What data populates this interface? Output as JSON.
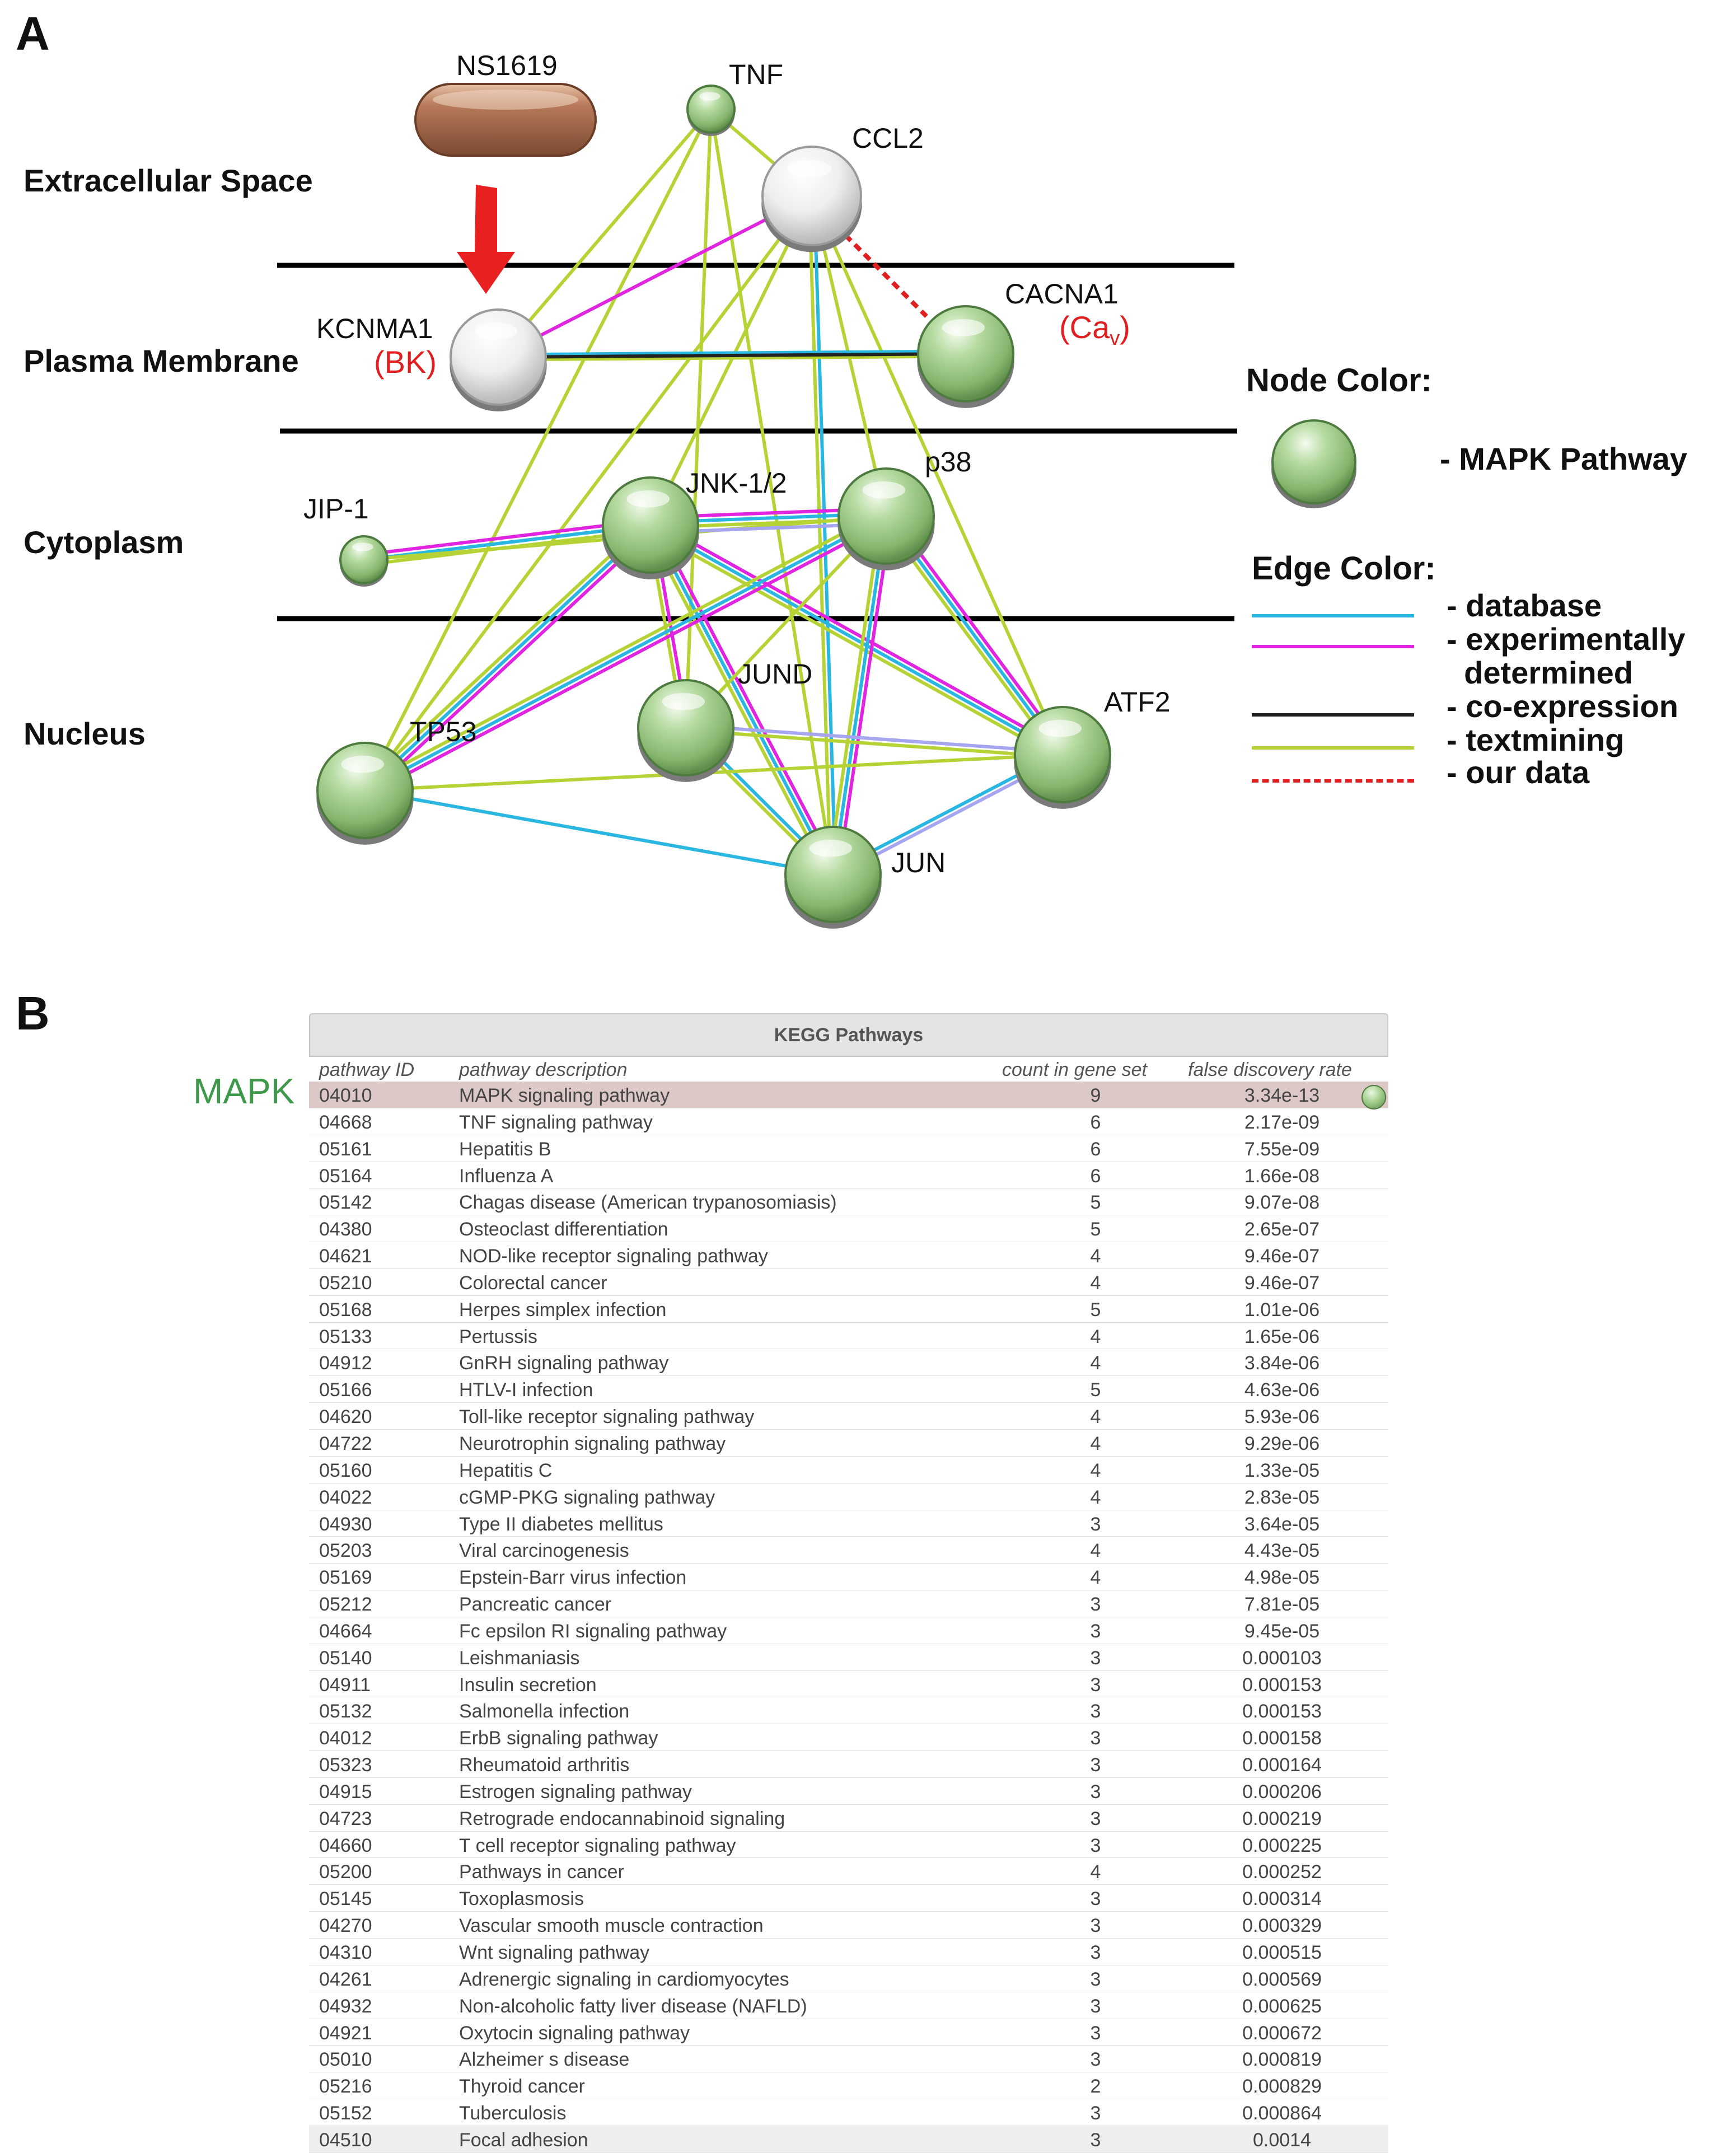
{
  "panel_a": {
    "letter": "A",
    "layers": {
      "extracellular": "Extracellular Space",
      "membrane": "Plasma Membrane",
      "cytoplasm": "Cytoplasm",
      "nucleus": "Nucleus"
    },
    "drug": "NS1619",
    "nodes": {
      "tnf": "TNF",
      "ccl2": "CCL2",
      "kcnma1": "KCNMA1",
      "bk": "(BK)",
      "cacna1": "CACNA1",
      "cav_prefix": "(Ca",
      "cav_sub": "v",
      "cav_suffix": ")",
      "jip1": "JIP-1",
      "jnk": "JNK-1/2",
      "p38": "p38",
      "jund": "JUND",
      "atf2": "ATF2",
      "tp53": "TP53",
      "jun": "JUN"
    },
    "legend": {
      "node_color_title": "Node Color:",
      "mapk": "- MAPK Pathway",
      "edge_color_title": "Edge Color:",
      "edges": [
        {
          "label": "- database",
          "color": "#29b6e0",
          "style": "solid"
        },
        {
          "label": "- experimentally\n  determined",
          "color": "#e024e0",
          "style": "solid"
        },
        {
          "label": "- co-expression",
          "color": "#222222",
          "style": "solid"
        },
        {
          "label": "- textmining",
          "color": "#b5d334",
          "style": "solid"
        },
        {
          "label": "- our data",
          "color": "#e02020",
          "style": "dashed"
        }
      ]
    }
  },
  "panel_b": {
    "letter": "B",
    "mapk_tag": "MAPK",
    "title": "KEGG Pathways",
    "columns": {
      "id": "pathway ID",
      "desc": "pathway description",
      "count": "count in gene set",
      "fdr": "false discovery rate"
    },
    "rows": [
      [
        "04010",
        "MAPK signaling pathway",
        "9",
        "3.34e-13"
      ],
      [
        "04668",
        "TNF signaling pathway",
        "6",
        "2.17e-09"
      ],
      [
        "05161",
        "Hepatitis B",
        "6",
        "7.55e-09"
      ],
      [
        "05164",
        "Influenza A",
        "6",
        "1.66e-08"
      ],
      [
        "05142",
        "Chagas disease (American trypanosomiasis)",
        "5",
        "9.07e-08"
      ],
      [
        "04380",
        "Osteoclast differentiation",
        "5",
        "2.65e-07"
      ],
      [
        "04621",
        "NOD-like receptor signaling pathway",
        "4",
        "9.46e-07"
      ],
      [
        "05210",
        "Colorectal cancer",
        "4",
        "9.46e-07"
      ],
      [
        "05168",
        "Herpes simplex infection",
        "5",
        "1.01e-06"
      ],
      [
        "05133",
        "Pertussis",
        "4",
        "1.65e-06"
      ],
      [
        "04912",
        "GnRH signaling pathway",
        "4",
        "3.84e-06"
      ],
      [
        "05166",
        "HTLV-I infection",
        "5",
        "4.63e-06"
      ],
      [
        "04620",
        "Toll-like receptor signaling pathway",
        "4",
        "5.93e-06"
      ],
      [
        "04722",
        "Neurotrophin signaling pathway",
        "4",
        "9.29e-06"
      ],
      [
        "05160",
        "Hepatitis C",
        "4",
        "1.33e-05"
      ],
      [
        "04022",
        "cGMP-PKG signaling pathway",
        "4",
        "2.83e-05"
      ],
      [
        "04930",
        "Type II diabetes mellitus",
        "3",
        "3.64e-05"
      ],
      [
        "05203",
        "Viral carcinogenesis",
        "4",
        "4.43e-05"
      ],
      [
        "05169",
        "Epstein-Barr virus infection",
        "4",
        "4.98e-05"
      ],
      [
        "05212",
        "Pancreatic cancer",
        "3",
        "7.81e-05"
      ],
      [
        "04664",
        "Fc epsilon RI signaling pathway",
        "3",
        "9.45e-05"
      ],
      [
        "05140",
        "Leishmaniasis",
        "3",
        "0.000103"
      ],
      [
        "04911",
        "Insulin secretion",
        "3",
        "0.000153"
      ],
      [
        "05132",
        "Salmonella infection",
        "3",
        "0.000153"
      ],
      [
        "04012",
        "ErbB signaling pathway",
        "3",
        "0.000158"
      ],
      [
        "05323",
        "Rheumatoid arthritis",
        "3",
        "0.000164"
      ],
      [
        "04915",
        "Estrogen signaling pathway",
        "3",
        "0.000206"
      ],
      [
        "04723",
        "Retrograde endocannabinoid signaling",
        "3",
        "0.000219"
      ],
      [
        "04660",
        "T cell receptor signaling pathway",
        "3",
        "0.000225"
      ],
      [
        "05200",
        "Pathways in cancer",
        "4",
        "0.000252"
      ],
      [
        "05145",
        "Toxoplasmosis",
        "3",
        "0.000314"
      ],
      [
        "04270",
        "Vascular smooth muscle contraction",
        "3",
        "0.000329"
      ],
      [
        "04310",
        "Wnt signaling pathway",
        "3",
        "0.000515"
      ],
      [
        "04261",
        "Adrenergic signaling in cardiomyocytes",
        "3",
        "0.000569"
      ],
      [
        "04932",
        "Non-alcoholic fatty liver disease (NAFLD)",
        "3",
        "0.000625"
      ],
      [
        "04921",
        "Oxytocin signaling pathway",
        "3",
        "0.000672"
      ],
      [
        "05010",
        "Alzheimer s disease",
        "3",
        "0.000819"
      ],
      [
        "05216",
        "Thyroid cancer",
        "2",
        "0.000829"
      ],
      [
        "05152",
        "Tuberculosis",
        "3",
        "0.000864"
      ],
      [
        "04510",
        "Focal adhesion",
        "3",
        "0.0014"
      ]
    ]
  },
  "colors": {
    "database": "#29b6e0",
    "experimental": "#e024e0",
    "coexpression": "#222222",
    "textmining": "#b5d334",
    "our_data": "#e02020",
    "mapk_green": "#3e9a4a"
  }
}
